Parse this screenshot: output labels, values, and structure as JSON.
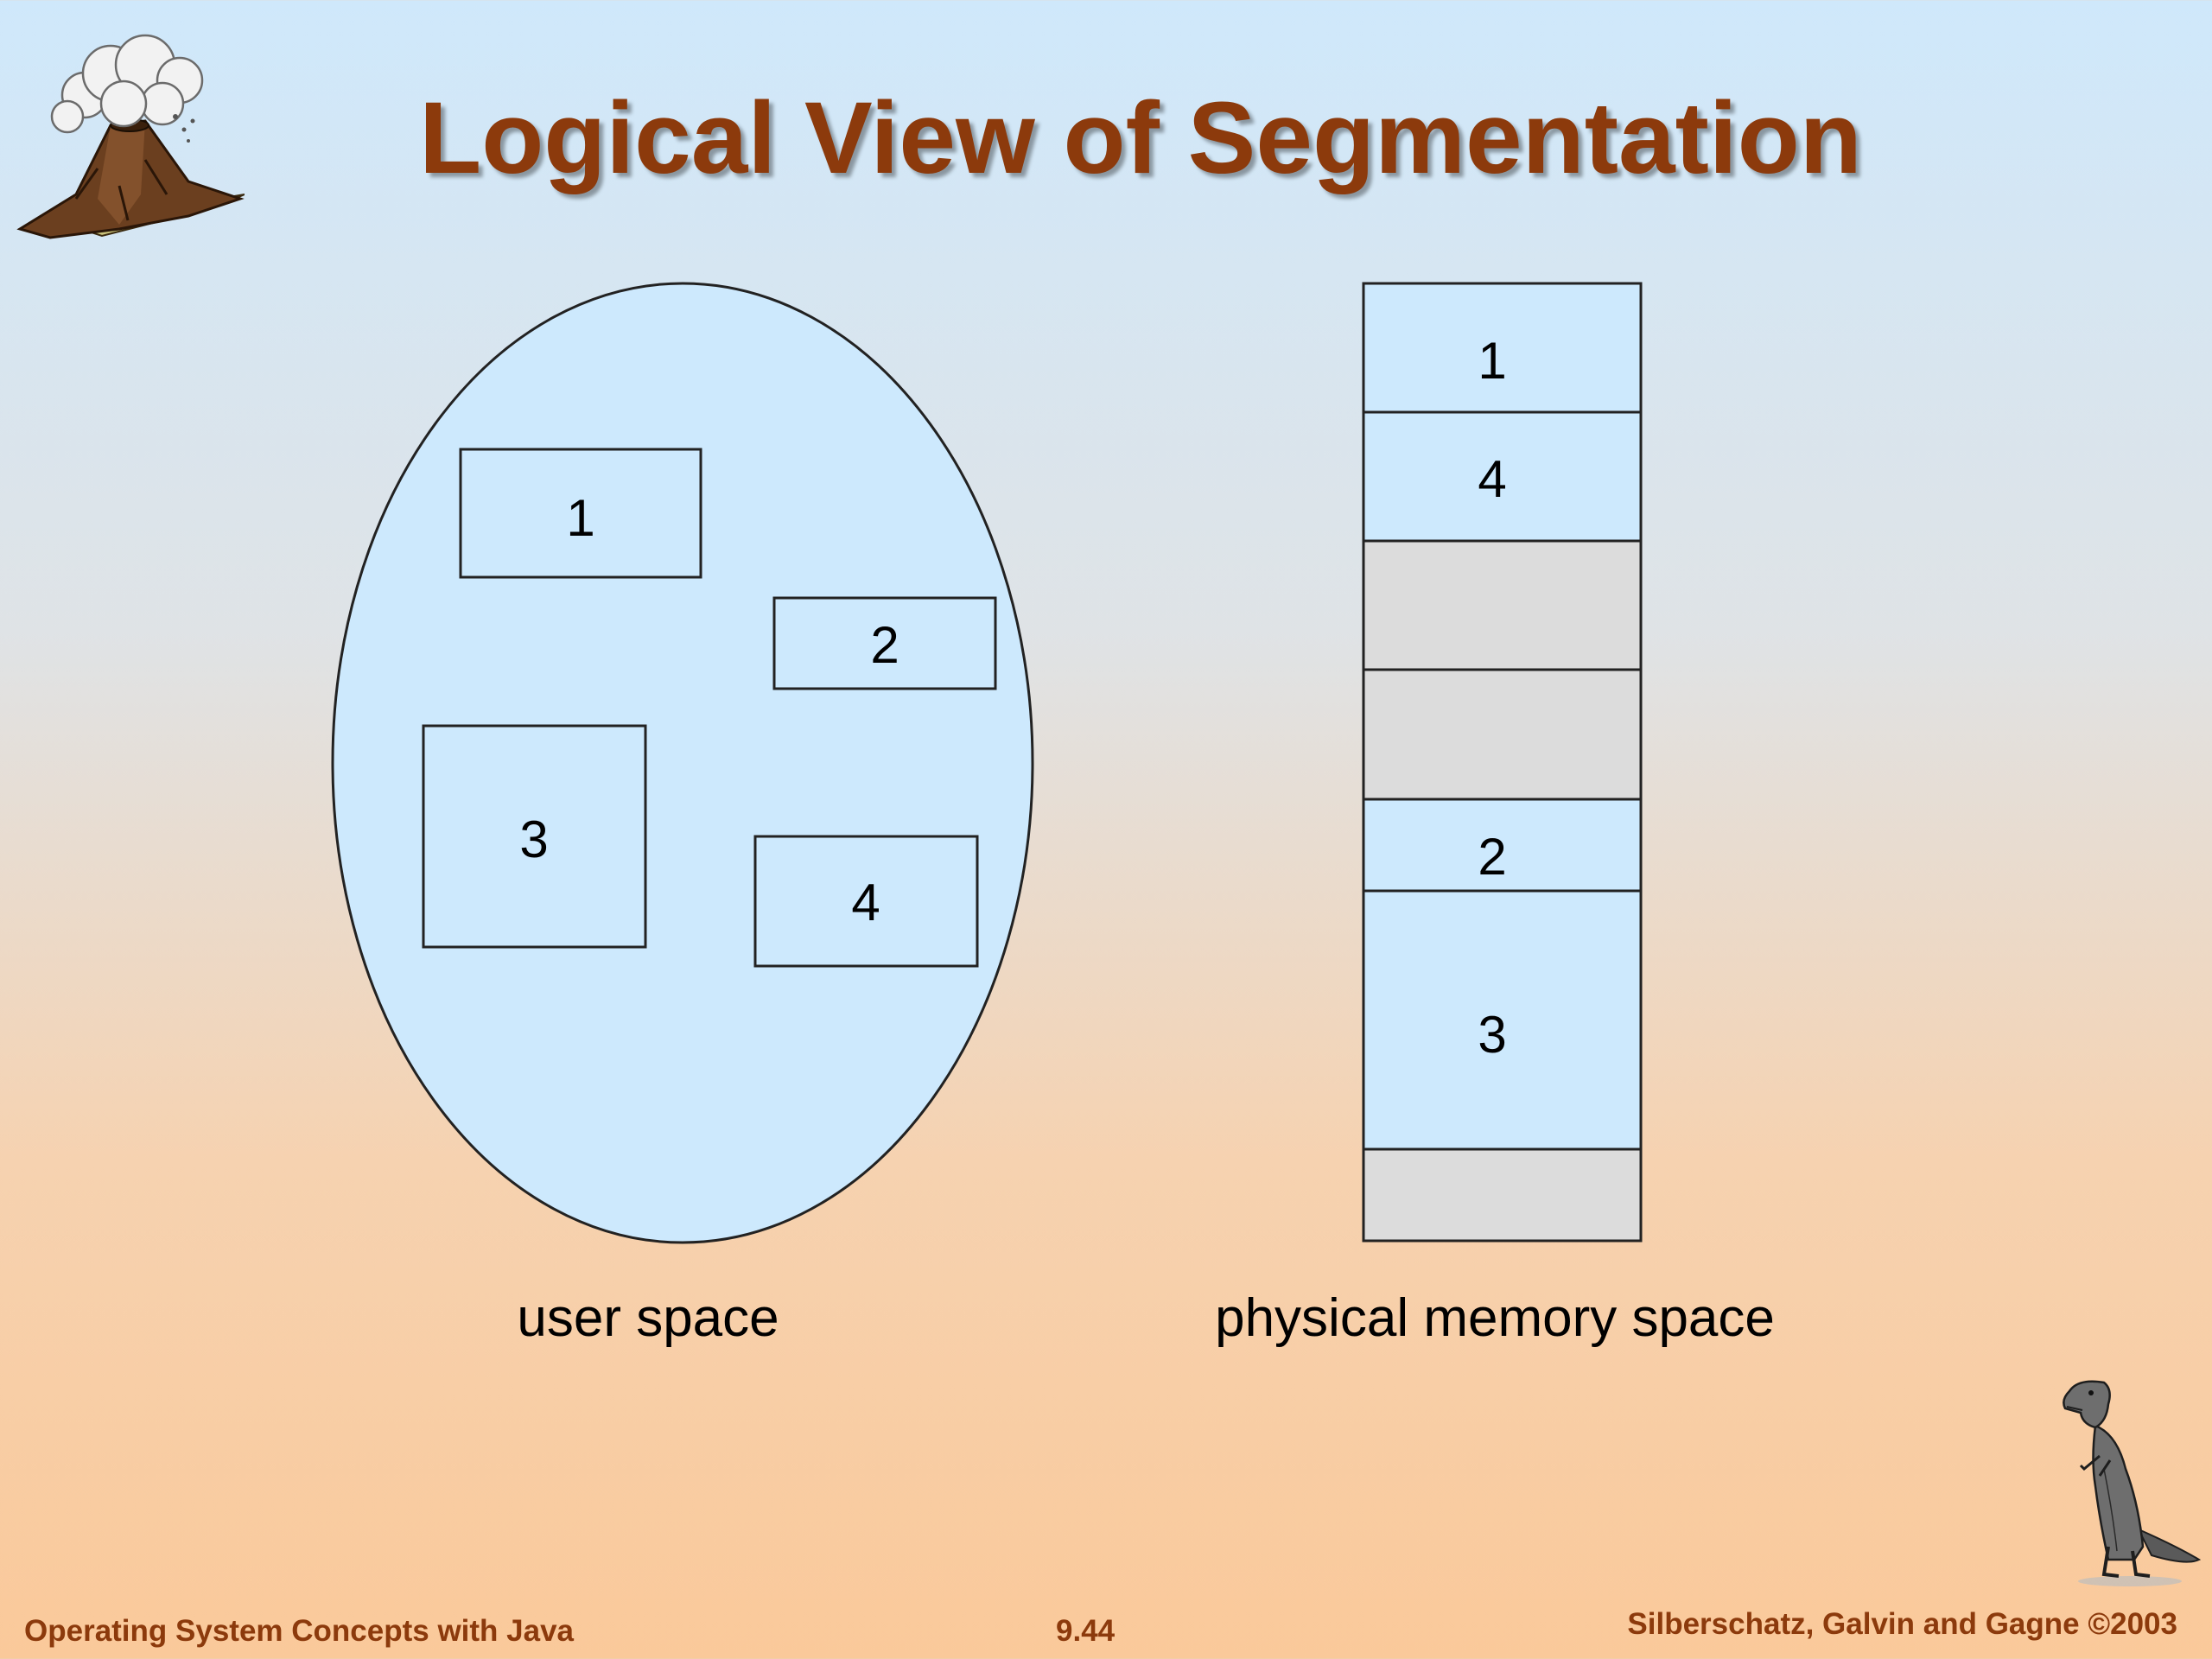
{
  "title": "Logical View of Segmentation",
  "user_space": {
    "label": "user space",
    "segments": [
      "1",
      "2",
      "3",
      "4"
    ]
  },
  "physical_memory": {
    "label": "physical memory space",
    "blocks": [
      {
        "label": "1",
        "state": "segment"
      },
      {
        "label": "4",
        "state": "segment"
      },
      {
        "label": "",
        "state": "free"
      },
      {
        "label": "",
        "state": "free"
      },
      {
        "label": "2",
        "state": "segment"
      },
      {
        "label": "3",
        "state": "segment"
      },
      {
        "label": "",
        "state": "free"
      }
    ]
  },
  "colors": {
    "segment_fill": "#cde9fd",
    "free_fill": "#dcdcdc",
    "title_color": "#8c3a0c"
  },
  "footer": {
    "left": "Operating System Concepts with Java",
    "center": "9.44",
    "right": "Silberschatz, Galvin and Gagne ©2003"
  }
}
